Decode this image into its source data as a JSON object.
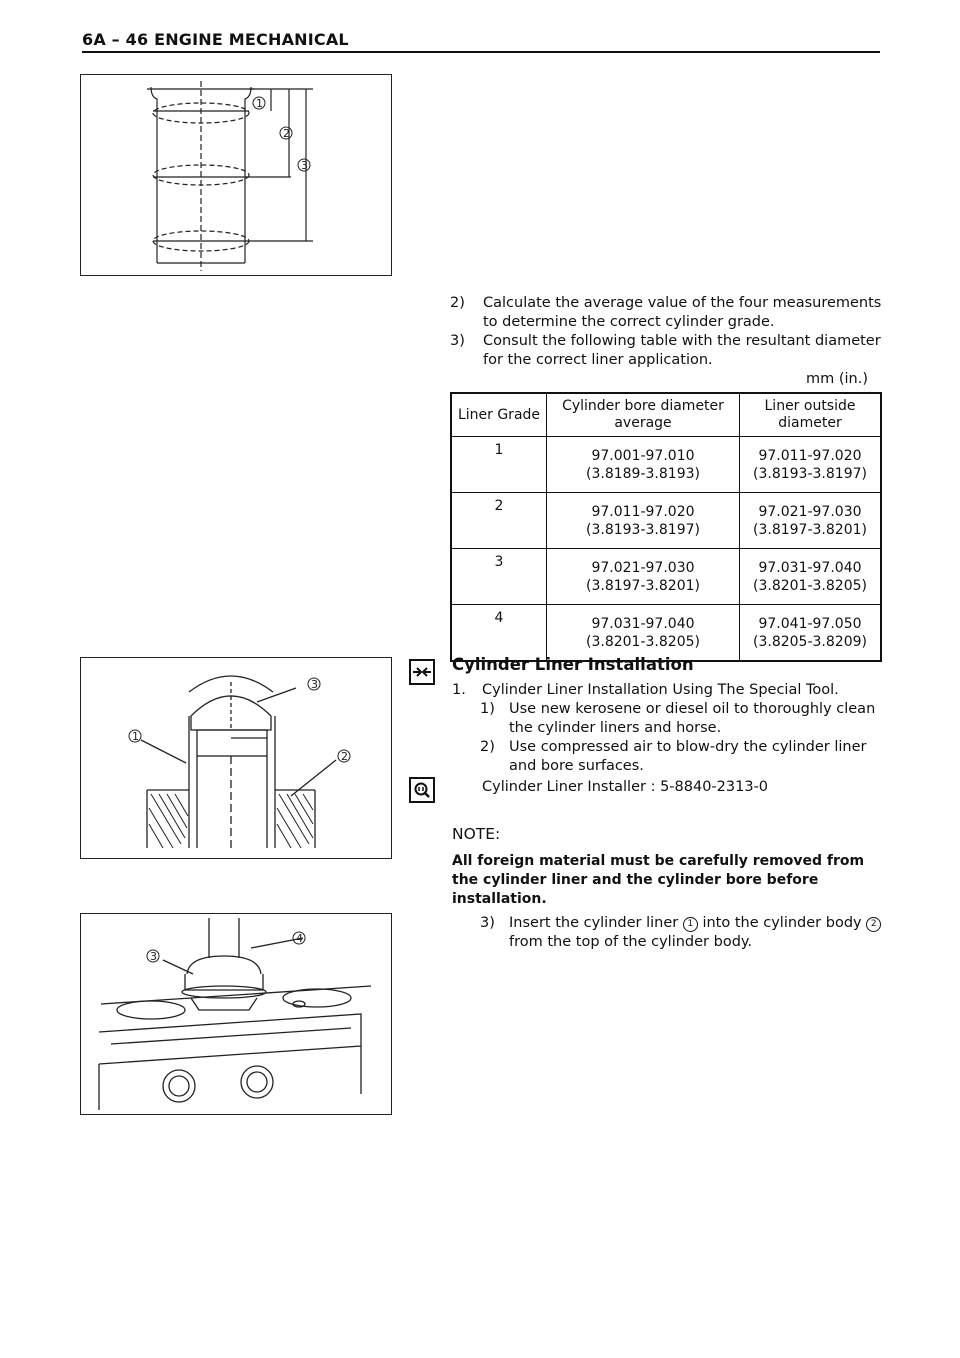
{
  "header": {
    "title": "6A – 46 ENGINE MECHANICAL"
  },
  "steps_measure": [
    {
      "num": "2)",
      "text": "Calculate the average value of the four measurements to determine the correct cylinder grade."
    },
    {
      "num": "3)",
      "text": "Consult the following table with the resultant diameter for the correct liner application."
    }
  ],
  "table": {
    "units": "mm (in.)",
    "headers": [
      "Liner Grade",
      "Cylinder bore diameter average",
      "Liner outside diameter"
    ],
    "rows": [
      {
        "grade": "1",
        "bore": "97.001-97.010",
        "bore_in": "(3.8189-3.8193)",
        "liner": "97.011-97.020",
        "liner_in": "(3.8193-3.8197)"
      },
      {
        "grade": "2",
        "bore": "97.011-97.020",
        "bore_in": "(3.8193-3.8197)",
        "liner": "97.021-97.030",
        "liner_in": "(3.8197-3.8201)"
      },
      {
        "grade": "3",
        "bore": "97.021-97.030",
        "bore_in": "(3.8197-3.8201)",
        "liner": "97.031-97.040",
        "liner_in": "(3.8201-3.8205)"
      },
      {
        "grade": "4",
        "bore": "97.031-97.040",
        "bore_in": "(3.8201-3.8205)",
        "liner": "97.041-97.050",
        "liner_in": "(3.8205-3.8209)"
      }
    ]
  },
  "installation": {
    "heading": "Cylinder Liner Installation",
    "item1_num": "1.",
    "item1_text": "Cylinder Liner Installation Using The Special Tool.",
    "sub_steps": [
      {
        "num": "1)",
        "text": "Use new kerosene or diesel oil to thoroughly clean the cylinder liners and horse."
      },
      {
        "num": "2)",
        "text": "Use compressed air to blow-dry the cylinder liner and bore surfaces."
      }
    ],
    "tool": "Cylinder Liner Installer : 5-8840-2313-0",
    "note_title": "NOTE:",
    "note_body": "All foreign material must be carefully removed from the cylinder liner and the cylinder bore before installation.",
    "step3_num": "3)",
    "step3_text_a": "Insert the cylinder liner",
    "step3_ref1": "1",
    "step3_text_b": "into the cylinder body",
    "step3_ref2": "2",
    "step3_text_c": "from the top of the cylinder body."
  },
  "figure_labels": {
    "fig1": [
      "1",
      "2",
      "3"
    ],
    "fig2": [
      "3",
      "1",
      "2"
    ],
    "fig3": [
      "4",
      "3"
    ]
  },
  "icons": {
    "install": "install-arrows-icon",
    "tool": "special-tool-icon"
  }
}
